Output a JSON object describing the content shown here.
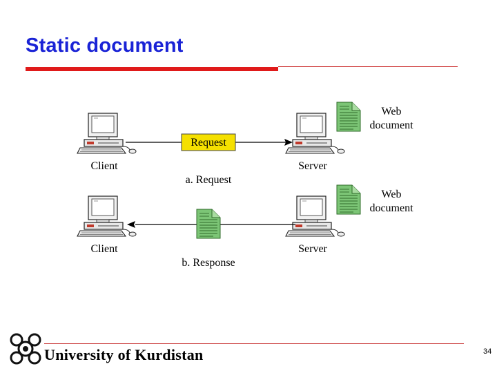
{
  "slide": {
    "title": "Static document",
    "footer": "University of Kurdistan",
    "page_number": "34"
  },
  "diagram": {
    "top": {
      "client_label": "Client",
      "server_label": "Server",
      "message_label": "Request",
      "doc_label_line1": "Web",
      "doc_label_line2": "document",
      "caption": "a. Request"
    },
    "bottom": {
      "client_label": "Client",
      "server_label": "Server",
      "doc_label_line1": "Web",
      "doc_label_line2": "document",
      "caption": "b. Response"
    },
    "colors": {
      "request_box": "#f5e000",
      "document": "#7cc576",
      "title": "#1a23d6",
      "rule": "#e01a1a"
    }
  },
  "icons": {
    "logo": "university-logo-icon"
  }
}
